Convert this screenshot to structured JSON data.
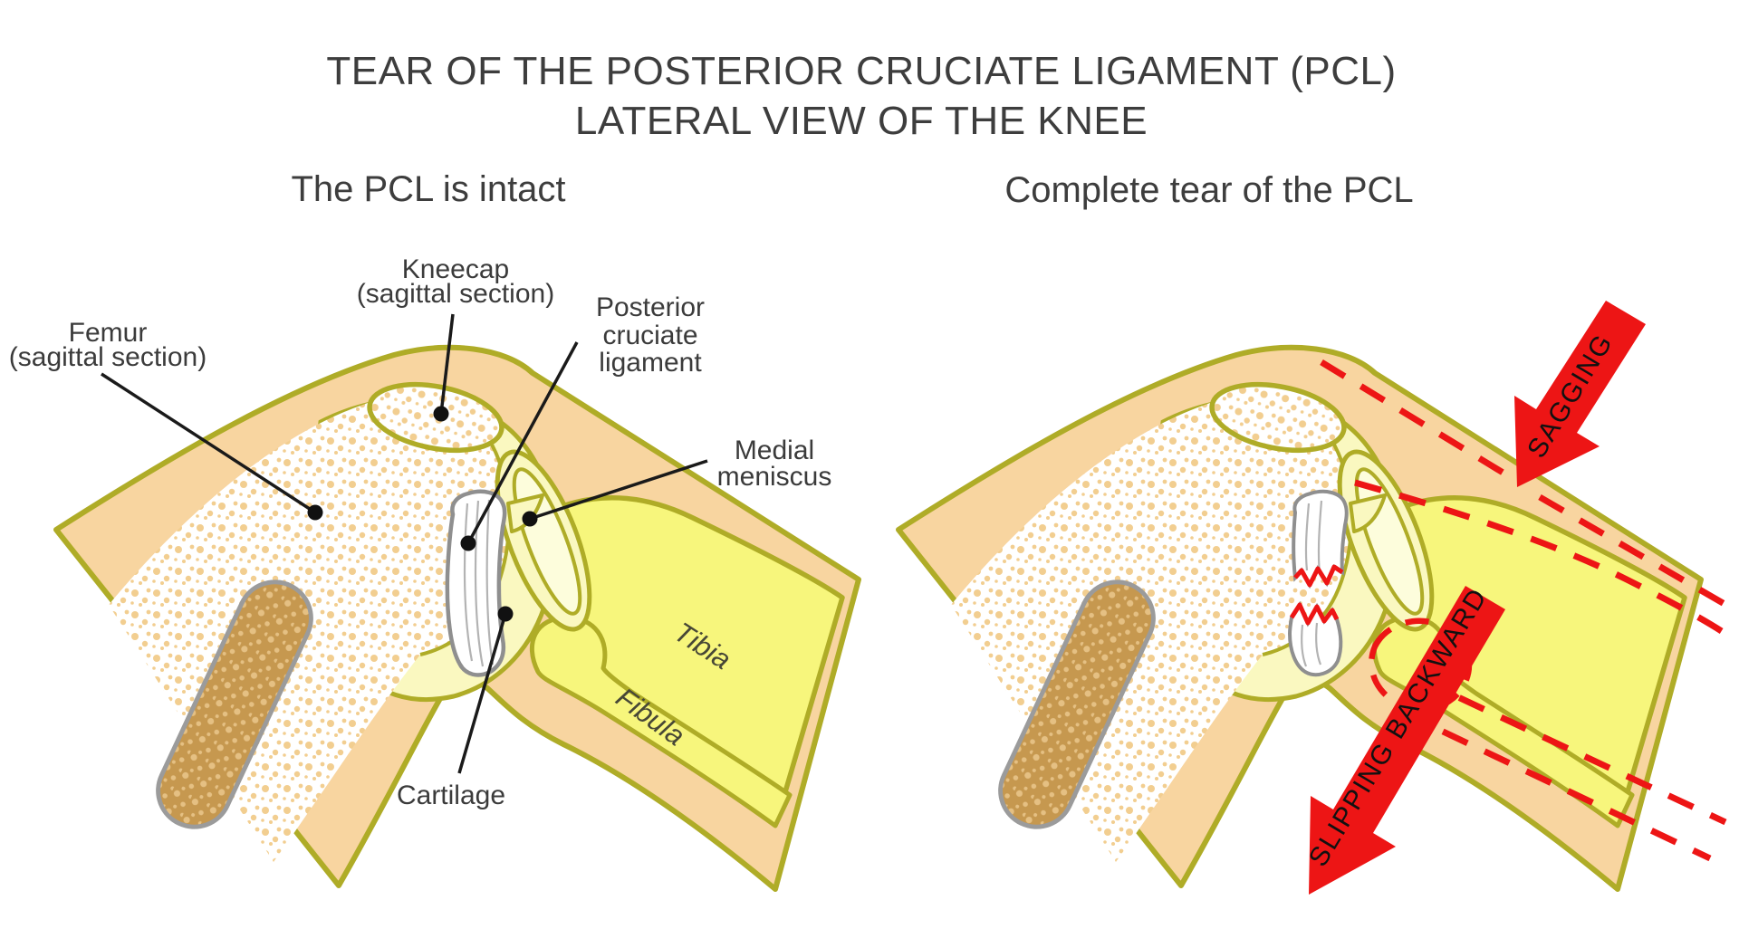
{
  "title": {
    "line1": "TEAR OF THE POSTERIOR CRUCIATE LIGAMENT (PCL)",
    "line2": "LATERAL VIEW OF THE KNEE"
  },
  "panels": {
    "left": {
      "title": "The PCL is intact",
      "labels": {
        "kneecap": [
          "Kneecap",
          "(sagittal section)"
        ],
        "femur": [
          "Femur",
          "(sagittal section)"
        ],
        "pcl": [
          "Posterior",
          "cruciate",
          "ligament"
        ],
        "meniscus": [
          "Medial",
          "meniscus"
        ],
        "cartilage": "Cartilage",
        "tibia": "Tibia",
        "fibula": "Fibula"
      }
    },
    "right": {
      "title": "Complete tear of the PCL",
      "annotations": {
        "sagging": "SAGGING",
        "slipping": "SLIPPING BACKWARD"
      }
    }
  },
  "colors": {
    "skin": "#F8D5A0",
    "outline": "#AFAC27",
    "bone_white": "#FFFFFF",
    "speckle": "#F2CE90",
    "marrow": "#C6984F",
    "marrow_dot": "#E5C083",
    "cartilage": "#FAF8C0",
    "cartilage_light": "#FDFDDC",
    "bone_yellow": "#F7F67C",
    "pcl_gray": "#8F8F8F",
    "red": "#ED1515",
    "text": "#3D3D3D",
    "leader": "#1A1A1A"
  }
}
